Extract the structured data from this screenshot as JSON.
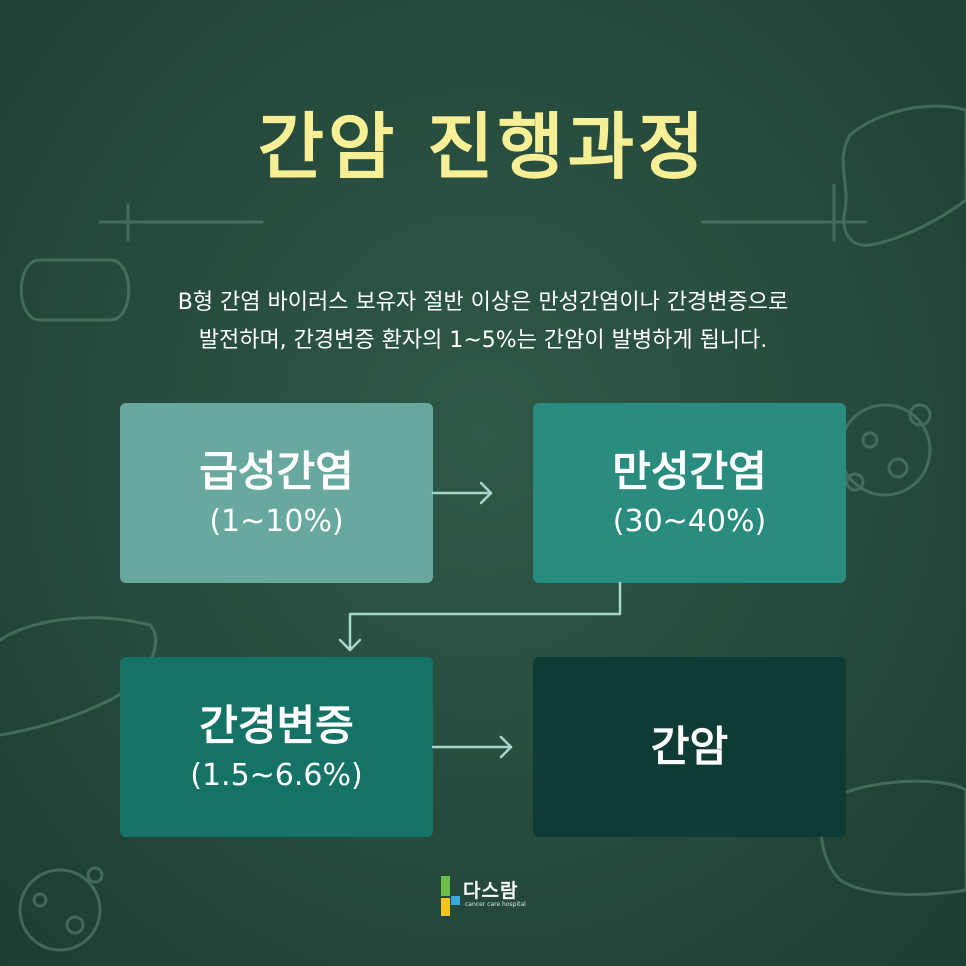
{
  "title": "간암 진행과정",
  "description": {
    "line1": "B형 간염 바이러스 보유자 절반 이상은 만성간염이나 간경변증으로",
    "line2": "발전하며, 간경변증 환자의 1~5%는 간암이 발병하게 됩니다."
  },
  "stages": [
    {
      "name": "급성간염",
      "rate": "(1~10%)",
      "color": "#68a89e"
    },
    {
      "name": "만성간염",
      "rate": "(30~40%)",
      "color": "#2a8c7e"
    },
    {
      "name": "간경변증",
      "rate": "(1.5~6.6%)",
      "color": "#147366"
    },
    {
      "name": "간암",
      "rate": "",
      "color": "#0e3b33"
    }
  ],
  "logo": {
    "brand": "다스람",
    "tagline": "cancer care hospital"
  },
  "colors": {
    "background": "#24483a",
    "title": "#f7ef95",
    "arrow": "#a8d6cc",
    "chalk": "#6f9585"
  }
}
